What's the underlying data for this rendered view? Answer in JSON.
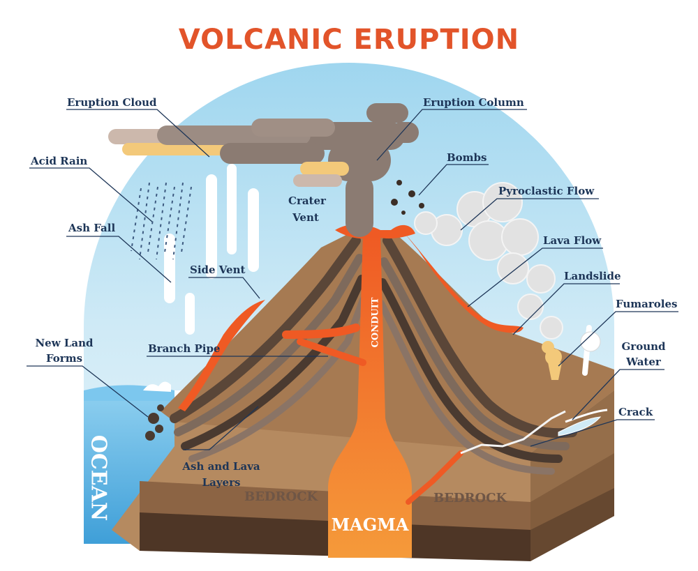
{
  "title": "VOLCANIC ERUPTION",
  "labels": {
    "eruption_cloud": "Eruption Cloud",
    "acid_rain": "Acid Rain",
    "ash_fall": "Ash Fall",
    "side_vent": "Side Vent",
    "crater_vent_line1": "Crater",
    "crater_vent_line2": "Vent",
    "new_land_forms_line1": "New Land",
    "new_land_forms_line2": "Forms",
    "branch_pipe": "Branch Pipe",
    "ash_lava_layers_line1": "Ash and Lava",
    "ash_lava_layers_line2": "Layers",
    "eruption_column": "Eruption Column",
    "bombs": "Bombs",
    "pyroclastic_flow": "Pyroclastic Flow",
    "lava_flow": "Lava Flow",
    "landslide": "Landslide",
    "fumaroles": "Fumaroles",
    "ground_water_line1": "Ground",
    "ground_water_line2": "Water",
    "crack": "Crack",
    "conduit": "CONDUIT",
    "ocean": "OCEAN",
    "bedrock_left": "BEDROCK",
    "bedrock_right": "BEDROCK",
    "magma": "MAGMA"
  },
  "colors": {
    "title": "#e2542a",
    "label": "#1d3557",
    "sky": "#bfe3f3",
    "ocean": "#4aa8dc",
    "soil": "#a0744f",
    "bedrock": "#5e4330",
    "lava": "#ef5a24",
    "magma": "#f07a2e",
    "ash": "#8a7a72"
  }
}
